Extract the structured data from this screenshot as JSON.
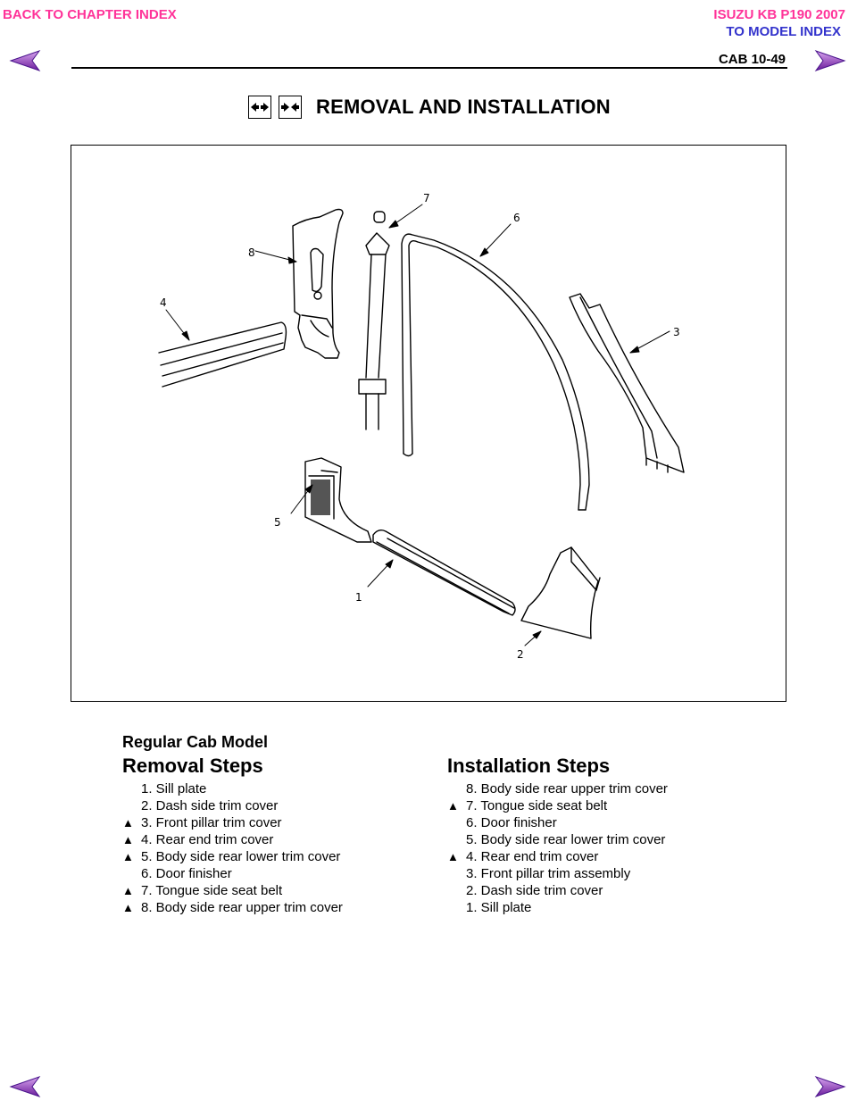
{
  "links": {
    "back_to_chapter": "BACK TO CHAPTER INDEX",
    "model_title": "ISUZU KB P190 2007",
    "to_model_index": "TO MODEL INDEX"
  },
  "header": {
    "page_number": "CAB  10-49"
  },
  "section": {
    "title": "REMOVAL AND INSTALLATION"
  },
  "figure": {
    "callouts": [
      "7",
      "6",
      "8",
      "4",
      "3",
      "5",
      "1",
      "2"
    ]
  },
  "model_label": "Regular Cab Model",
  "removal": {
    "heading": "Removal Steps",
    "steps": [
      {
        "marker": "",
        "text": "1. Sill plate"
      },
      {
        "marker": "",
        "text": "2. Dash side trim cover"
      },
      {
        "marker": "▲",
        "text": "3. Front pillar trim cover"
      },
      {
        "marker": "▲",
        "text": "4. Rear end trim cover"
      },
      {
        "marker": "▲",
        "text": "5. Body side rear lower trim cover"
      },
      {
        "marker": "",
        "text": "6. Door finisher"
      },
      {
        "marker": "▲",
        "text": "7. Tongue side seat belt"
      },
      {
        "marker": "▲",
        "text": "8. Body side rear upper trim cover"
      }
    ]
  },
  "installation": {
    "heading": "Installation Steps",
    "steps": [
      {
        "marker": "",
        "text": "8. Body side rear upper trim cover"
      },
      {
        "marker": "▲",
        "text": "7. Tongue side seat belt"
      },
      {
        "marker": "",
        "text": "6. Door finisher"
      },
      {
        "marker": "",
        "text": "5. Body side rear lower trim cover"
      },
      {
        "marker": "▲",
        "text": "4. Rear end trim cover"
      },
      {
        "marker": "",
        "text": "3. Front pillar trim assembly"
      },
      {
        "marker": "",
        "text": "2. Dash side trim cover"
      },
      {
        "marker": "",
        "text": "1. Sill plate"
      }
    ]
  },
  "colors": {
    "link_pink": "#ff3399",
    "link_blue": "#3333cc",
    "arrow_fill": "#7b1fa2"
  },
  "icons": [
    "arrow-left-icon",
    "arrow-right-icon",
    "removal-icon",
    "installation-icon"
  ]
}
